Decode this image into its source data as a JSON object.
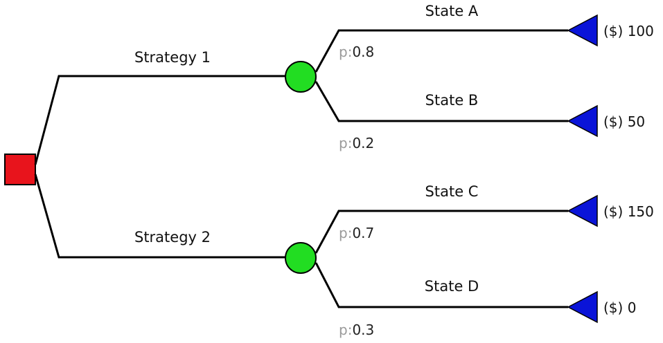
{
  "colors": {
    "decision_node": "#e8141c",
    "chance_node": "#22dd22",
    "terminal_node": "#0a14d8",
    "line": "#000000"
  },
  "decision": {
    "strategies": [
      {
        "label": "Strategy 1",
        "outcomes": [
          {
            "label": "State A",
            "prob_prefix": "p:",
            "prob_value": "0.8",
            "payoff": "($) 100"
          },
          {
            "label": "State B",
            "prob_prefix": "p:",
            "prob_value": "0.2",
            "payoff": "($) 50"
          }
        ]
      },
      {
        "label": "Strategy 2",
        "outcomes": [
          {
            "label": "State C",
            "prob_prefix": "p:",
            "prob_value": "0.7",
            "payoff": "($) 150"
          },
          {
            "label": "State D",
            "prob_prefix": "p:",
            "prob_value": "0.3",
            "payoff": "($) 0"
          }
        ]
      }
    ]
  }
}
